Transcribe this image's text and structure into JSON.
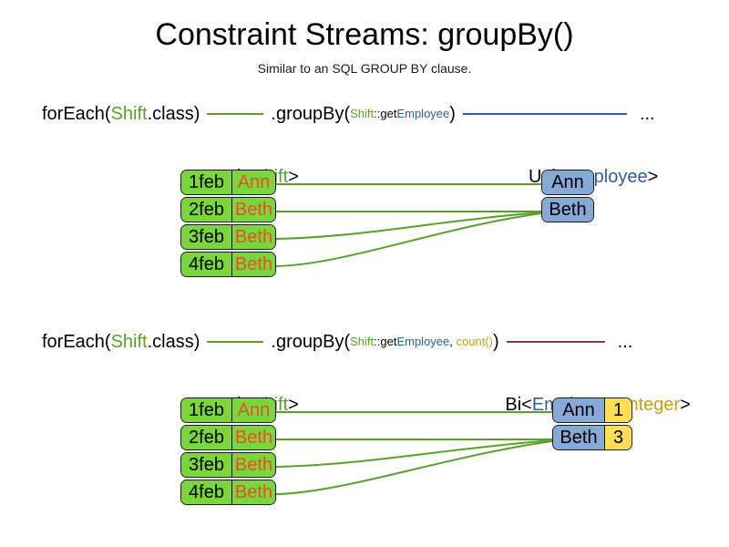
{
  "header": {
    "title": "Constraint Streams: groupBy()",
    "subtitle": "Similar to an SQL GROUP BY clause."
  },
  "sections": [
    {
      "id": "groupby-single",
      "code": {
        "forEach_open": "forEach(",
        "forEach_type": "Shift",
        "forEach_close": ".class)",
        "groupby_open": ".groupBy(",
        "mapper_type": "Shift",
        "mapper_sep": "::get",
        "mapper_prop": "Employee",
        "groupby_close": ")",
        "ellipsis": "...",
        "line_in_color": "#5aa02c",
        "line_out_color": "#2a6099"
      },
      "left_type": {
        "prefix": "Uni<",
        "generic": "Shift",
        "suffix": ">"
      },
      "right_type": {
        "prefix": "Uni<",
        "generic": "Employee",
        "suffix": ">"
      },
      "shifts": [
        {
          "date": "1feb",
          "employee": "Ann"
        },
        {
          "date": "2feb",
          "employee": "Beth"
        },
        {
          "date": "3feb",
          "employee": "Beth"
        },
        {
          "date": "4feb",
          "employee": "Beth"
        }
      ],
      "groups": [
        {
          "employee": "Ann"
        },
        {
          "employee": "Beth"
        }
      ],
      "edges": [
        {
          "from": 0,
          "to": 0
        },
        {
          "from": 1,
          "to": 1
        },
        {
          "from": 2,
          "to": 1
        },
        {
          "from": 3,
          "to": 1
        }
      ]
    },
    {
      "id": "groupby-count",
      "code": {
        "forEach_open": "forEach(",
        "forEach_type": "Shift",
        "forEach_close": ".class)",
        "groupby_open": ".groupBy(",
        "mapper_type": "Shift",
        "mapper_sep": "::get",
        "mapper_prop": "Employee",
        "collector_sep": ", ",
        "collector": "count()",
        "groupby_close": ")",
        "ellipsis": "...",
        "line_in_color": "#5aa02c",
        "line_out_color": "#803280"
      },
      "left_type": {
        "prefix": "Uni<",
        "generic": "Shift",
        "suffix": ">"
      },
      "right_type": {
        "prefix": "Bi<",
        "generic": "Employee",
        "sep": ", ",
        "generic2": "Integer",
        "suffix": ">"
      },
      "shifts": [
        {
          "date": "1feb",
          "employee": "Ann"
        },
        {
          "date": "2feb",
          "employee": "Beth"
        },
        {
          "date": "3feb",
          "employee": "Beth"
        },
        {
          "date": "4feb",
          "employee": "Beth"
        }
      ],
      "groups": [
        {
          "employee": "Ann",
          "count": "1"
        },
        {
          "employee": "Beth",
          "count": "3"
        }
      ],
      "edges": [
        {
          "from": 0,
          "to": 0
        },
        {
          "from": 1,
          "to": 1
        },
        {
          "from": 2,
          "to": 1
        },
        {
          "from": 3,
          "to": 1
        }
      ]
    }
  ],
  "colors": {
    "shift_fill": "#7ad63a",
    "shift_date_text": "#000000",
    "shift_name_text": "#e8502a",
    "employee_fill": "#87a9d6",
    "count_fill": "#ffdd55",
    "edge": "#5aa02c",
    "type_green": "#5aa02c",
    "type_blue": "#2a6099",
    "type_gold": "#c8a012",
    "line_purple": "#803280"
  }
}
